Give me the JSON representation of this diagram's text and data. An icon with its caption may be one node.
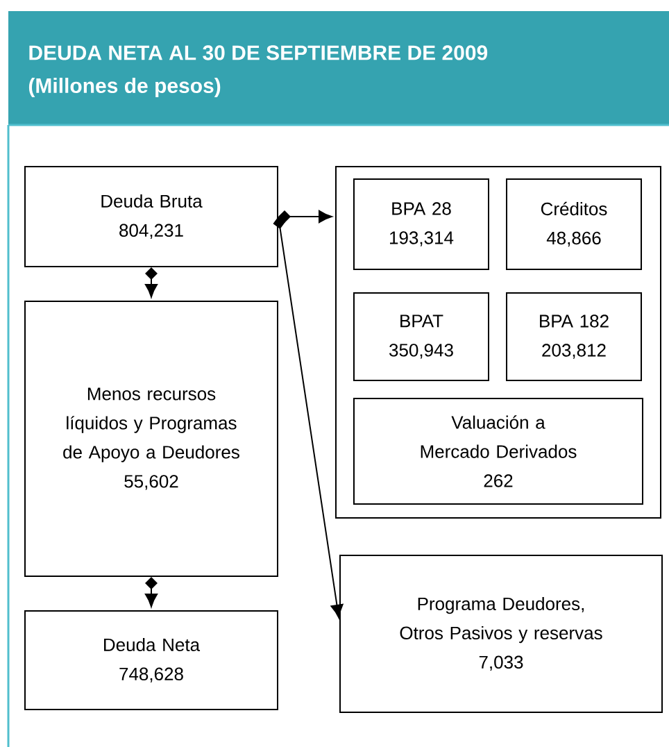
{
  "diagram": {
    "title": "DEUDA NETA AL 30 DE SEPTIEMBRE DE 2009",
    "nodes": [
      {
        "text": [
          "Deuda Bruta",
          "804,231"
        ]
      },
      {
        "text": [
          "Menos recursos líquidos y Programas de Apoyo a Deudores",
          "55,602"
        ]
      },
      {
        "text": [
          "Deuda Neta",
          "748,628"
        ]
      },
      {
        "text": [],
        "shape": "box"
      },
      {
        "text": [
          "BPA 28",
          "193,314"
        ],
        "in": 3
      },
      {
        "text": [
          "Créditos",
          "48,866"
        ],
        "in": 3
      },
      {
        "text": [
          "BPAT",
          "350,943"
        ],
        "in": 3
      },
      {
        "text": [
          "BPA 182",
          "203,812"
        ],
        "in": 3
      },
      {
        "text": [
          "Valuación a Mercado Derivados",
          "262"
        ],
        "in": 3
      },
      {
        "text": [
          "Programa Deudores, Otros Pasivos y reservas",
          "7,033"
        ]
      }
    ],
    "edges": [
      {
        "from": 0,
        "to": 1,
        "arrow": "to"
      },
      {
        "from": 1,
        "to": 2,
        "arrow": "to"
      },
      {
        "from": 0,
        "to": 3,
        "arrow": "to"
      },
      {
        "from": 0,
        "to": 9,
        "arrow": "to"
      }
    ],
    "labels": [
      "(Millones de pesos)"
    ]
  }
}
